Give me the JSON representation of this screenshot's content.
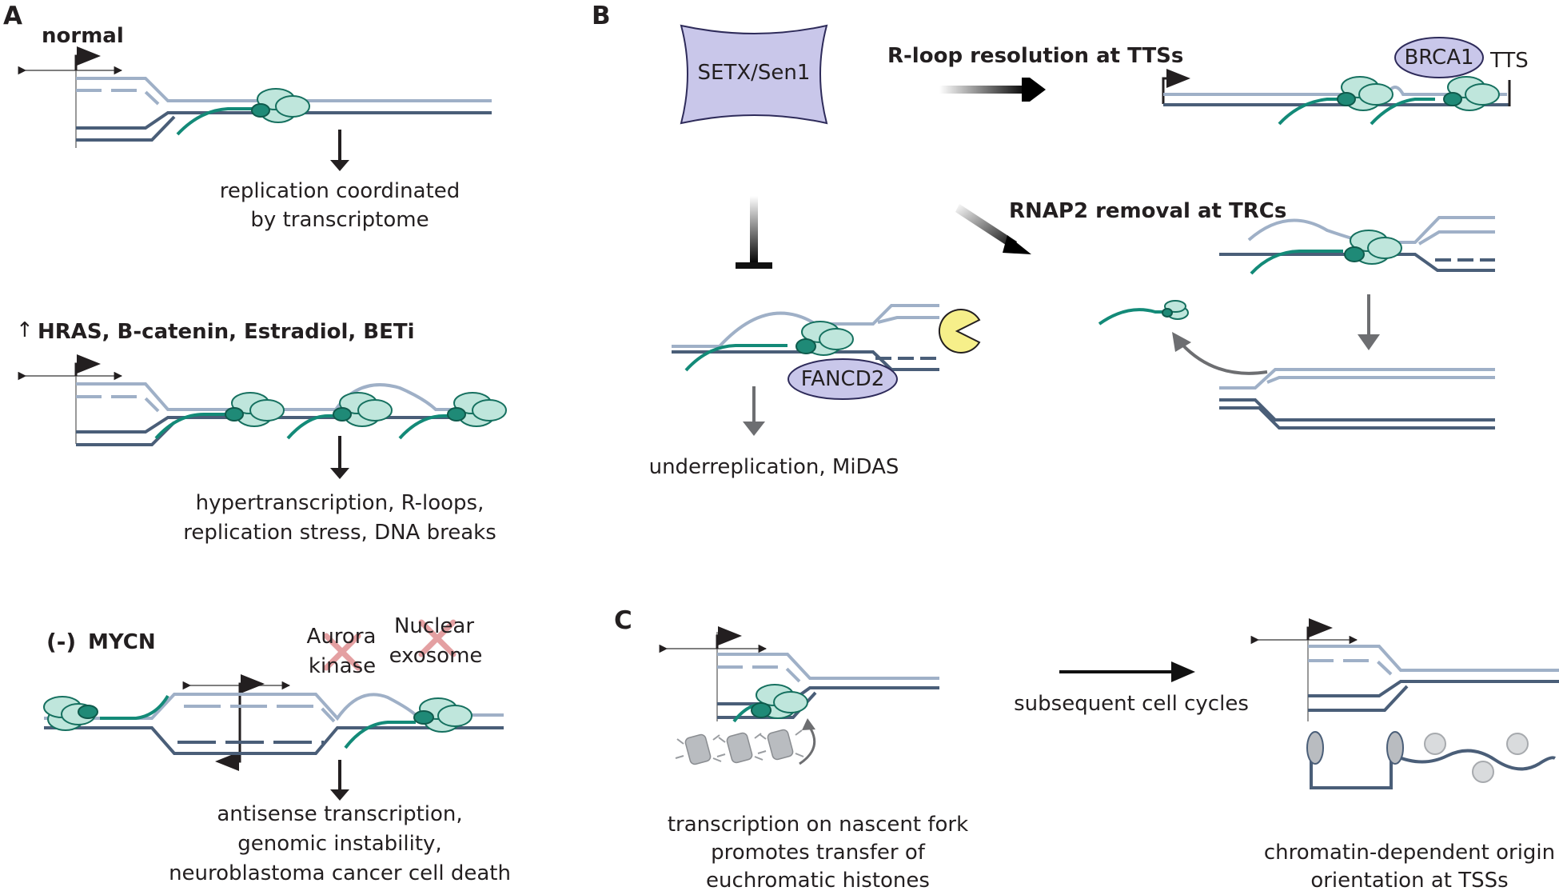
{
  "panels": {
    "a": {
      "letter": "A",
      "normal": {
        "title": "normal",
        "outcome": [
          "replication coordinated",
          "by transcriptome"
        ]
      },
      "oncogene": {
        "arrow_glyph": "↑",
        "title": "HRAS, B-catenin, Estradiol, BETi",
        "outcome": [
          "hypertranscription, R-loops,",
          "replication stress, DNA breaks"
        ]
      },
      "mycn": {
        "prefix": "(-)",
        "title": "MYCN",
        "knockout_1": [
          "Aurora",
          "kinase"
        ],
        "knockout_2": [
          "Nuclear",
          "exosome"
        ],
        "outcome": [
          "antisense transcription,",
          "genomic instability,",
          "neuroblastoma cancer cell death"
        ]
      }
    },
    "b": {
      "letter": "B",
      "helicase": "SETX/Sen1",
      "path_1": "R-loop resolution at TTSs",
      "brca1": "BRCA1",
      "tts": "TTS",
      "path_2": "RNAP2 removal at TRCs",
      "fancd2": "FANCD2",
      "outcome": "underreplication, MiDAS"
    },
    "c": {
      "letter": "C",
      "step": "subsequent cell cycles",
      "left_caption": [
        "transcription on nascent fork",
        "promotes transfer of",
        "euchromatic histones"
      ],
      "right_caption": [
        "chromatin-dependent origin",
        "orientation at TSSs"
      ]
    }
  },
  "colors": {
    "parental_strand": "#9fb0c7",
    "daughter_strand": "#4a5e78",
    "rna": "#138a78",
    "rnap2_light": "#bfe6dc",
    "rnap2_dark": "#1f8a77",
    "protein_lavender": "#c9c7ea",
    "pacman": "#f6ef8a",
    "knockout_x": "#e4a0a2",
    "nucleosome": "#b9bcc0"
  }
}
